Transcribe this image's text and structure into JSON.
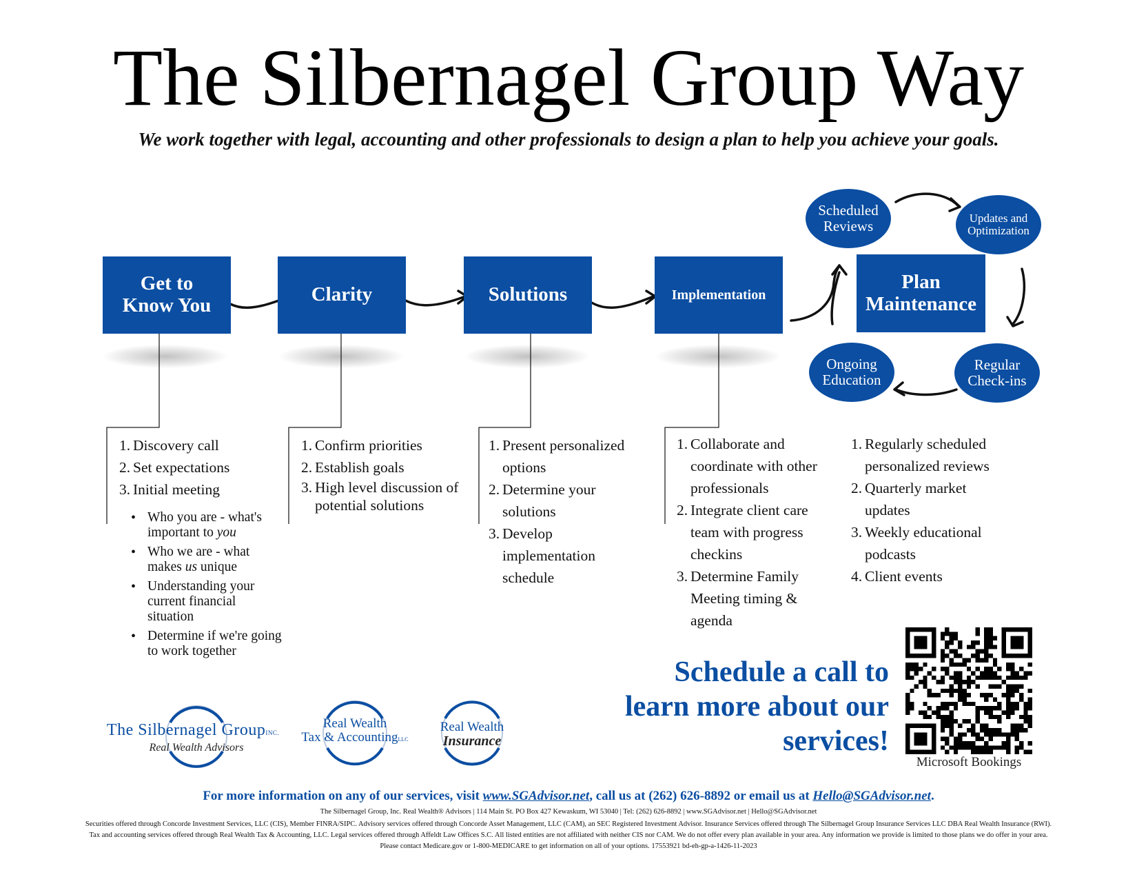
{
  "title": "The Silbernagel Group Way",
  "subtitle": "We work together with legal, accounting and other professionals to design a plan to help you achieve your goals.",
  "steps": [
    {
      "label": "Get to\nKnow You"
    },
    {
      "label": "Clarity"
    },
    {
      "label": "Solutions"
    },
    {
      "label": "Implementation"
    },
    {
      "label": "Plan\nMaintenance"
    }
  ],
  "cycle": {
    "scheduled_reviews": "Scheduled\nReviews",
    "updates": "Updates and\nOptimization",
    "regular_checkins": "Regular\nCheck-ins",
    "ongoing_education": "Ongoing\nEducation"
  },
  "lists": {
    "get_to_know": [
      {
        "num": "1.",
        "text": "Discovery call"
      },
      {
        "num": "2.",
        "text": "Set expectations"
      },
      {
        "num": "3.",
        "text": "Initial meeting"
      }
    ],
    "get_to_know_bullets": [
      {
        "pre": "Who you are - what's important to ",
        "em": "you",
        "post": ""
      },
      {
        "pre": "Who we are - what makes ",
        "em": "us",
        "post": " unique"
      },
      {
        "pre": "Understanding your current financial situation",
        "em": "",
        "post": ""
      },
      {
        "pre": "Determine if we're going to work together",
        "em": "",
        "post": ""
      }
    ],
    "clarity": [
      {
        "num": "1.",
        "text": "Confirm priorities"
      },
      {
        "num": "2.",
        "text": "Establish goals"
      },
      {
        "num": "3.",
        "text": "High level discussion of potential solutions"
      }
    ],
    "solutions": [
      {
        "num": "1.",
        "text": "Present personalized options"
      },
      {
        "num": "2.",
        "text": "Determine your solutions"
      },
      {
        "num": "3.",
        "text": "Develop implementation schedule"
      }
    ],
    "implementation": [
      {
        "num": "1.",
        "text": "Collaborate and coordinate with other professionals"
      },
      {
        "num": "2.",
        "text": "Integrate client care team with progress checkins"
      },
      {
        "num": "3.",
        "text": "Determine Family Meeting timing & agenda"
      }
    ],
    "maintenance": [
      {
        "num": "1.",
        "text": "Regularly scheduled personalized reviews"
      },
      {
        "num": "2.",
        "text": "Quarterly market updates"
      },
      {
        "num": "3.",
        "text": "Weekly educational podcasts"
      },
      {
        "num": "4.",
        "text": "Client events"
      }
    ]
  },
  "cta": {
    "line1": "Schedule a call to",
    "line2": "learn more about our",
    "line3": "services!"
  },
  "qr_caption": "Microsoft Bookings",
  "logos": {
    "sg_main": "The Silbernagel Group",
    "sg_inc": "INC.",
    "sg_script": "Real Wealth Advisors",
    "rw_tax_line1": "Real Wealth",
    "rw_tax_line2": "Tax & Accounting",
    "rw_tax_llc": "LLC",
    "rw_ins_line1": "Real Wealth",
    "rw_ins_line2": "Insurance"
  },
  "footer": {
    "pre": "For more information on any of our services, visit ",
    "website": "www.SGAdvisor.net",
    "mid": ", call us at (262) 626-8892 or email us at ",
    "email": "Hello@SGAdvisor.net",
    "post": ".",
    "address": "The Silbernagel Group, Inc. Real Wealth® Advisors | 114 Main St. PO Box 427 Kewaskum, WI 53040 | Tel: (262) 626-8892 | www.SGAdvisor.net | Hello@SGAdvisor.net",
    "legal": "Securities offered through Concorde Investment Services, LLC (CIS), Member FINRA/SIPC. Advisory services offered through Concorde Asset Management, LLC (CAM), an SEC Registered Investment Advisor. Insurance Services offered through The Silbernagel Group Insurance Services LLC DBA Real Wealth Insurance (RWI). Tax and accounting services offered through Real Wealth Tax & Accounting, LLC. Legal services offered through Affeldt Law Offices S.C. All listed entities are not affiliated with neither CIS nor CAM. We do not offer every plan available in your area. Any information we provide is limited to those plans we do offer in your area. Please contact Medicare.gov or 1-800-MEDICARE to get information on all of your options. 17553921 bd-eh-gp-a-1426-11-2023"
  },
  "colors": {
    "brand_blue": "#0b4ea2",
    "text": "#111111"
  },
  "icons": [
    "arrow-icon",
    "qr-code-icon"
  ]
}
